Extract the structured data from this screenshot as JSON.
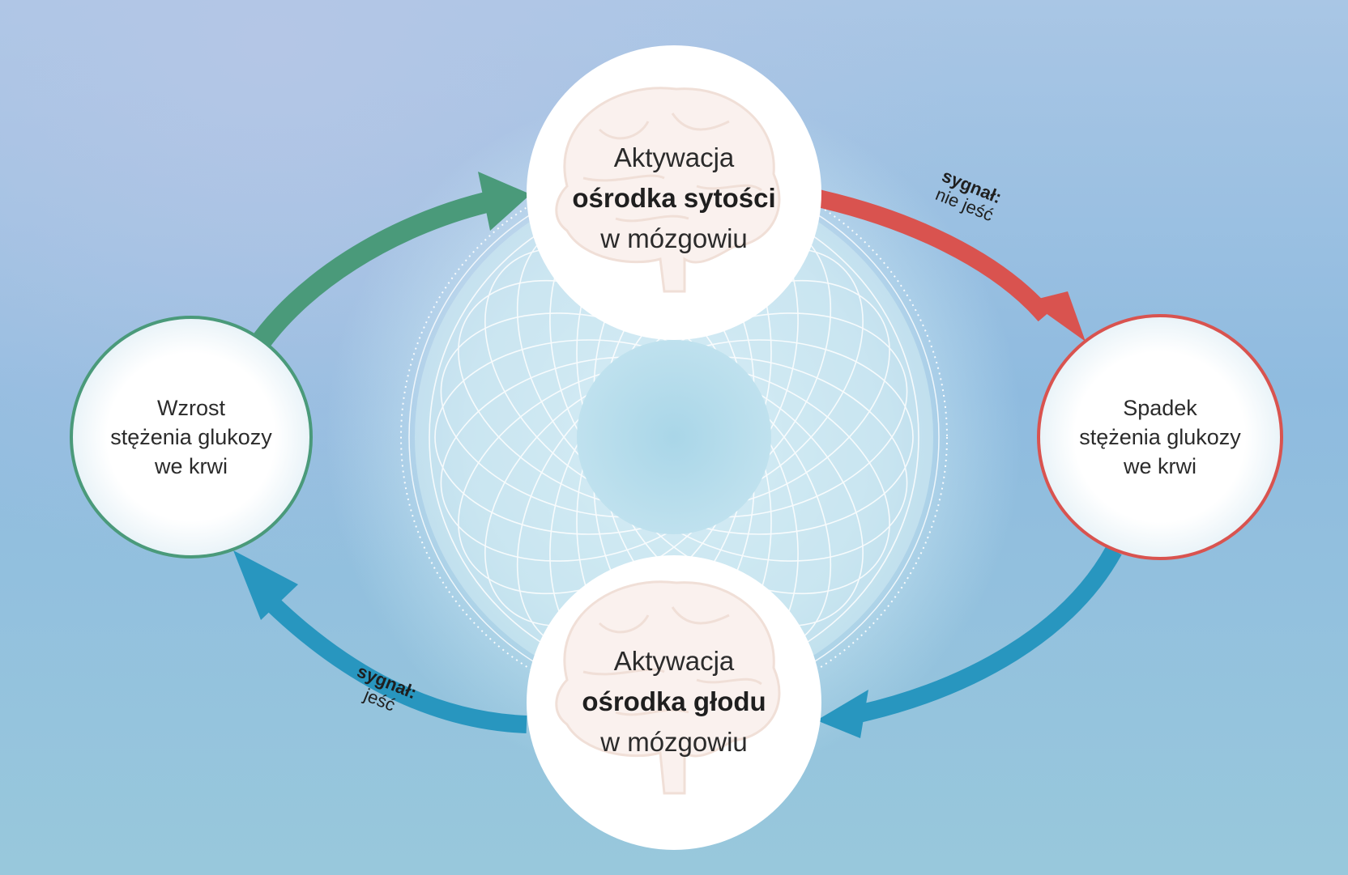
{
  "nodes": {
    "top": {
      "line1": "Aktywacja",
      "line2_bold": "ośrodka sytości",
      "line3": "w mózgowiu"
    },
    "bottom": {
      "line1": "Aktywacja",
      "line2_bold": "ośrodka głodu",
      "line3": "w mózgowiu"
    },
    "left": {
      "line1": "Wzrost",
      "line2": "stężenia glukozy",
      "line3": "we krwi"
    },
    "right": {
      "line1": "Spadek",
      "line2": "stężenia glukozy",
      "line3": "we krwi"
    }
  },
  "signals": {
    "top_right": {
      "keyword": "sygnał:",
      "text": "nie jeść"
    },
    "bottom_left": {
      "keyword": "sygnał:",
      "text": "jeść"
    }
  },
  "colors": {
    "green": "#4a9a7a",
    "red": "#d9534f",
    "blue": "#2896bf",
    "left_ring": "#4a9a7a",
    "right_ring": "#d9534f"
  }
}
